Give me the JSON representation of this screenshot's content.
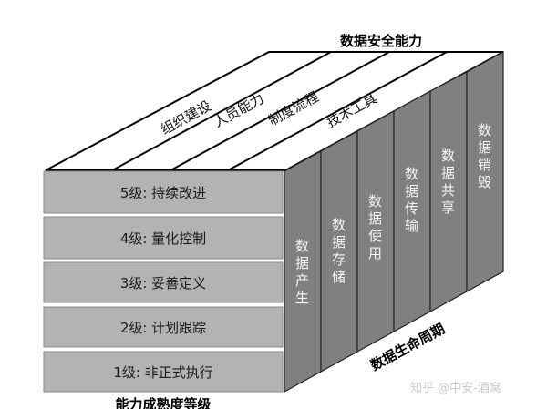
{
  "title_top": "数据安全能力",
  "title_bottom_left": "能力成熟度等级",
  "title_bottom_right": "数据生命周期",
  "security_dimensions": [
    "组织建设",
    "人员能力",
    "制度流程",
    "技术工具"
  ],
  "maturity_levels": [
    "5级: 持续改进",
    "4级: 量化控制",
    "3级: 妥善定义",
    "2级: 计划跟踪",
    "1级: 非正式执行"
  ],
  "lifecycle_stages": [
    [
      "数",
      "据",
      "产",
      "生"
    ],
    [
      "数",
      "据",
      "存",
      "储"
    ],
    [
      "数",
      "据",
      "使",
      "用"
    ],
    [
      "数",
      "据",
      "传",
      "输"
    ],
    [
      "数",
      "据",
      "共",
      "享"
    ],
    [
      "数",
      "据",
      "销",
      "毁"
    ]
  ],
  "watermark": "知乎 @中安-酒窝",
  "colors": {
    "front_face": "#b3b3b3",
    "side_face": "#808080",
    "top_face": "#ffffff"
  }
}
